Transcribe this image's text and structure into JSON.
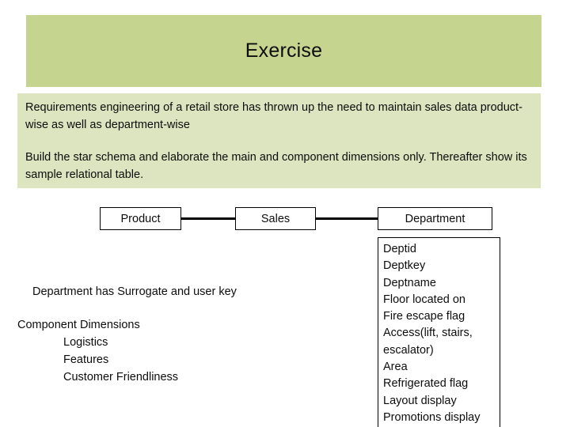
{
  "slide": {
    "title": "Exercise",
    "background_color": "#ffffff",
    "title_band_color": "#c5d590",
    "body_band_color": "#dce5bf"
  },
  "body": {
    "paragraph_1": "Requirements engineering of a retail store has thrown up the need to maintain sales data product-wise as well as department-wise",
    "paragraph_2": "Build the star schema and elaborate  the main and component dimensions only. Thereafter show its sample relational table."
  },
  "diagram": {
    "boxes": [
      {
        "label": "Product"
      },
      {
        "label": "Sales"
      },
      {
        "label": "Department"
      }
    ],
    "department_attributes": [
      "Deptid",
      "Deptkey",
      "Deptname",
      "Floor located on",
      "Fire escape flag",
      "Access(lift, stairs,",
      "escalator)",
      "Area",
      "Refrigerated flag",
      "Layout display",
      "Promotions display"
    ]
  },
  "notes": {
    "surrogate_note": "Department has Surrogate and user key",
    "component_heading": "Component Dimensions",
    "component_items": [
      "Logistics",
      "Features",
      "Customer Friendliness"
    ]
  }
}
